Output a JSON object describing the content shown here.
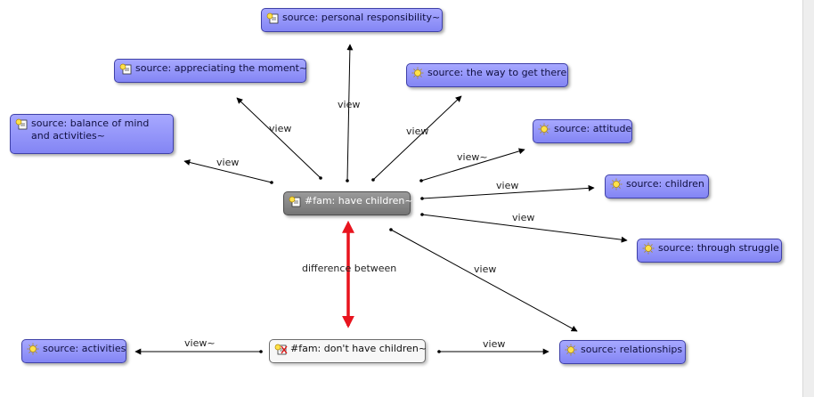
{
  "colors": {
    "source_node": "#8e90f8",
    "fam_have_node": "#888888",
    "fam_dont_node": "#f7f7f7",
    "edge": "#000000",
    "difference_edge": "#e8141e"
  },
  "nodes": {
    "personal_responsibility": {
      "label": "source: personal responsibility~",
      "icon": "document-sun-icon"
    },
    "appreciating_moment": {
      "label": "source: appreciating the moment~",
      "icon": "document-sun-icon"
    },
    "way_to_get_there": {
      "label": "source: the way to get there",
      "icon": "sun-icon"
    },
    "balance": {
      "label": "source: balance of mind and activities~",
      "icon": "document-sun-icon"
    },
    "attitude": {
      "label": "source: attitude",
      "icon": "sun-icon"
    },
    "children": {
      "label": "source: children",
      "icon": "sun-icon"
    },
    "have_children": {
      "label": "#fam: have children~",
      "icon": "document-sun-icon"
    },
    "through_struggle": {
      "label": "source: through struggle",
      "icon": "sun-icon"
    },
    "activities": {
      "label": "source: activities",
      "icon": "sun-icon"
    },
    "dont_have_children": {
      "label": "#fam: don't have children~",
      "icon": "document-cross-icon"
    },
    "relationships": {
      "label": "source: relationships",
      "icon": "sun-icon"
    }
  },
  "edges": {
    "to_personal_responsibility": "view",
    "to_appreciating_moment": "view",
    "to_way_to_get_there": "view",
    "to_balance": "view",
    "to_attitude": "view~",
    "to_children": "view",
    "to_through_struggle": "view",
    "to_relationships": "view",
    "difference": "difference between",
    "to_activities": "view~",
    "dont_to_relationships": "view"
  }
}
